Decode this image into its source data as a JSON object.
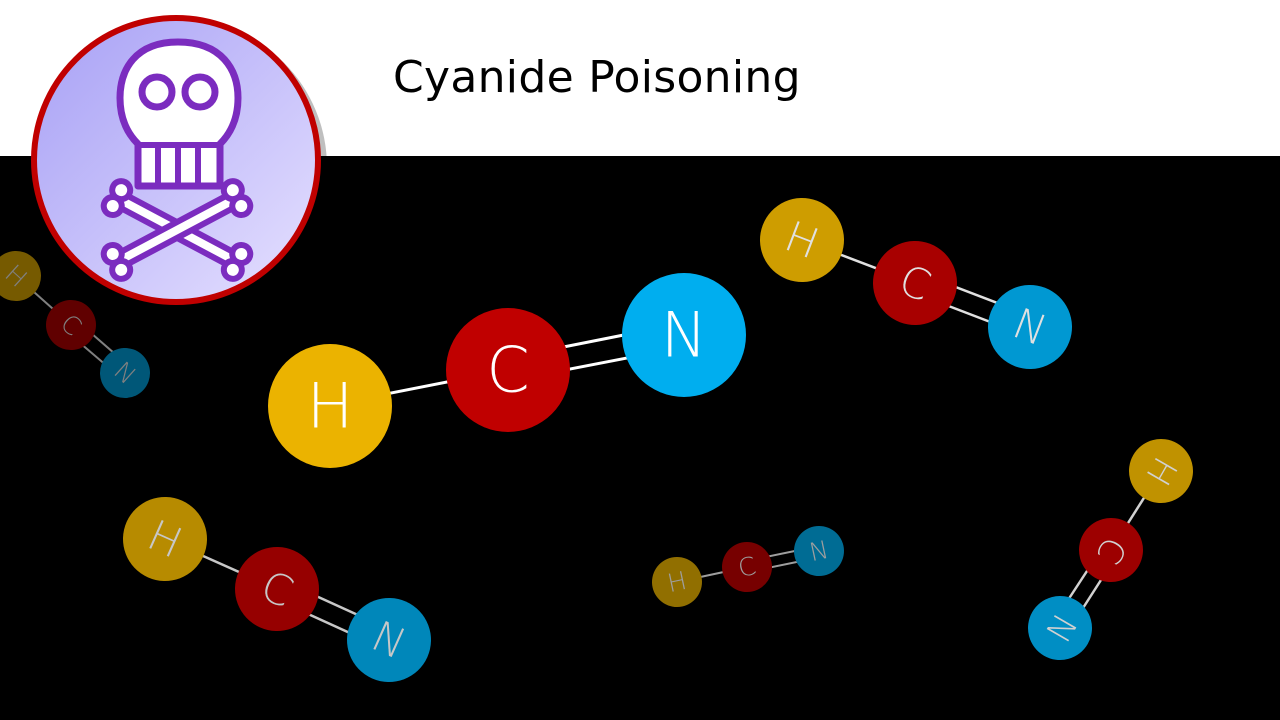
{
  "header": {
    "title": "Cyanide Poisoning"
  },
  "logo": {
    "icon": "skull-crossbones-icon"
  },
  "atoms": {
    "h": "H",
    "c": "C",
    "n": "N"
  },
  "colors": {
    "hydrogen": "#EBB300",
    "carbon": "#C00000",
    "nitrogen": "#00AEEF",
    "header_bg": "#FFFFFF",
    "scene_bg": "#000000",
    "badge_border": "#C00000",
    "badge_fill_light": "#E6E1FF",
    "badge_fill_dark": "#A7A0F5",
    "skull_stroke": "#7B2CBF",
    "bond": "#FFFFFF"
  }
}
